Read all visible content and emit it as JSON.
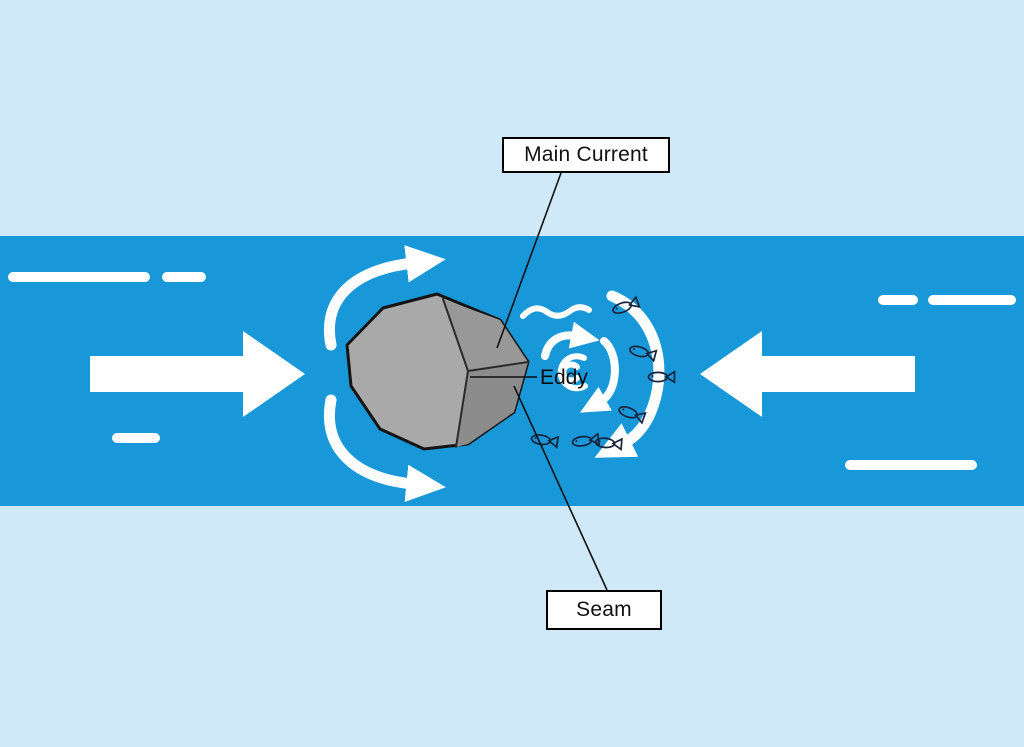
{
  "diagram": {
    "type": "river-eddy-illustration",
    "labels": {
      "main_current": "Main Current",
      "eddy": "Eddy",
      "seam": "Seam"
    },
    "colors": {
      "background": "#cfe9f8",
      "river": "#1898d8",
      "flow_arrow": "#ffffff",
      "rock_light": "#a9a9a9",
      "rock_mid": "#989898",
      "rock_dark": "#8c8c8c",
      "rock_outline": "#141414",
      "fish_outline": "#17243e",
      "label_background": "#ffffff",
      "label_border": "#000000",
      "leader_line": "#111111"
    },
    "elements": {
      "left_flow_arrow_direction": "right",
      "right_flow_arrow_direction": "left",
      "fish_count": 7
    }
  }
}
